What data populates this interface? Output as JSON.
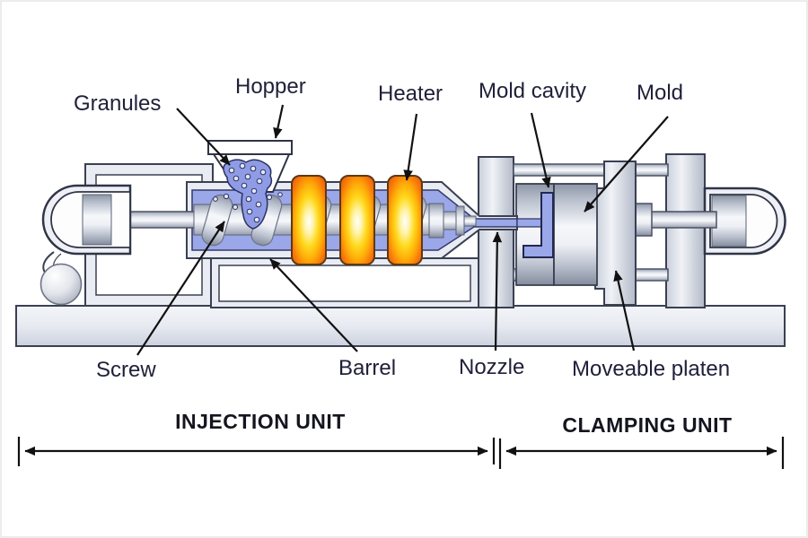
{
  "diagram": {
    "type": "injection-molding-machine-cross-section",
    "part_labels": {
      "granules": "Granules",
      "hopper": "Hopper",
      "heater": "Heater",
      "mold_cavity": "Mold cavity",
      "mold": "Mold",
      "screw": "Screw",
      "barrel": "Barrel",
      "nozzle": "Nozzle",
      "moveable_platen": "Moveable platen"
    },
    "section_labels": {
      "injection_unit": "INJECTION UNIT",
      "clamping_unit": "CLAMPING UNIT"
    },
    "colors": {
      "melt_blue": "#9aa7e8",
      "granule_blue": "#8f9ce5",
      "heater_orange": "#f2680c",
      "heater_yellow": "#ffd91e",
      "metal_gray": "#c9cedb",
      "frame_gray": "#e9ecf3",
      "outline": "#3a4052",
      "arrow_black": "#111111",
      "label_text": "#20203a",
      "background": "#ffffff"
    }
  }
}
